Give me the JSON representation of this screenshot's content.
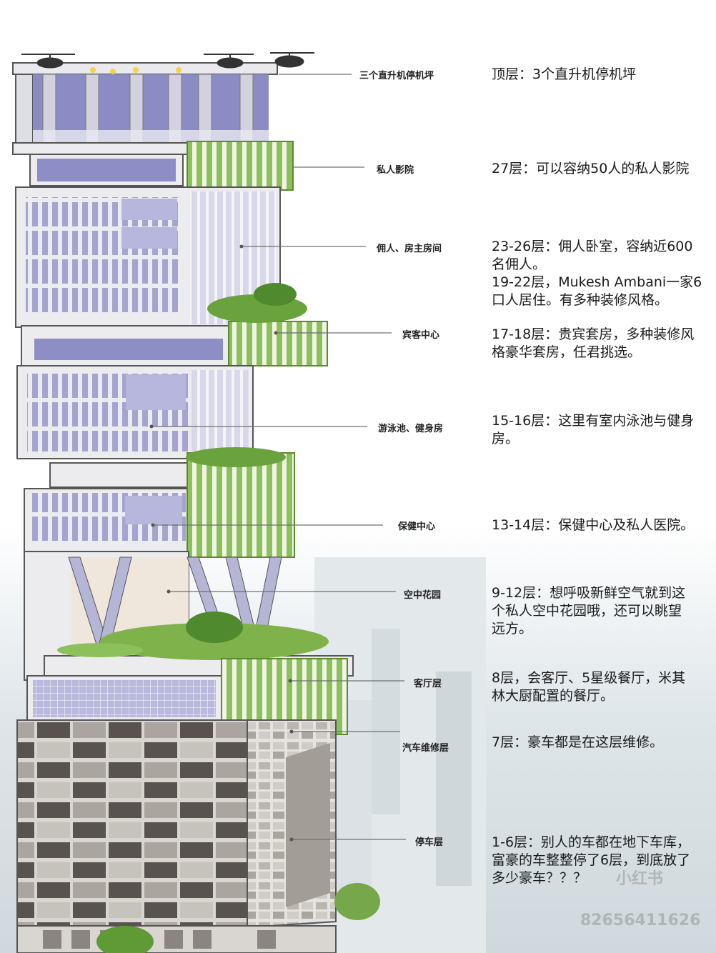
{
  "callouts": [
    {
      "label": "三个直升机停机坪"
    },
    {
      "label": "私人影院"
    },
    {
      "label": "佣人、房主房间"
    },
    {
      "label": "宾客中心"
    },
    {
      "label": "游泳池、健身房"
    },
    {
      "label": "保健中心"
    },
    {
      "label": "空中花园"
    },
    {
      "label": "客厅层"
    },
    {
      "label": "汽车维修层"
    },
    {
      "label": "停车层"
    }
  ],
  "descriptions": [
    {
      "lines": [
        "顶层：3个直升机停机坪"
      ]
    },
    {
      "lines": [
        "27层：可以容纳50人的私人影院"
      ]
    },
    {
      "lines": [
        "23-26层：佣人卧室，容纳近600",
        "名佣人。",
        "19-22层，Mukesh Ambani一家6",
        "口人居住。有多种装修风格。"
      ]
    },
    {
      "lines": [
        "17-18层：贵宾套房，多种装修风",
        "格豪华套房，任君挑选。"
      ]
    },
    {
      "lines": [
        "15-16层：这里有室内泳池与健身",
        "房。"
      ]
    },
    {
      "lines": [
        "13-14层：保健中心及私人医院。"
      ]
    },
    {
      "lines": [
        "9-12层：想呼吸新鲜空气就到这",
        "个私人空中花园哦，还可以眺望",
        "远方。"
      ]
    },
    {
      "lines": [
        "8层，会客厅、5星级餐厅，米其",
        "林大厨配置的餐厅。"
      ]
    },
    {
      "lines": [
        "7层：豪车都是在这层维修。"
      ]
    },
    {
      "lines": [
        "1-6层：别人的车都在地下车库，",
        "富豪的车整整停了6层，到底放了",
        "多少豪车？？？"
      ]
    }
  ],
  "watermark": {
    "logo": "小红书",
    "id_text": "82656411626"
  },
  "colors": {
    "wall": "#ececef",
    "glass": "#a9a9d2",
    "green": "#7fb24a",
    "brick_dark": "#55514e",
    "brick_light": "#a7a39e"
  }
}
